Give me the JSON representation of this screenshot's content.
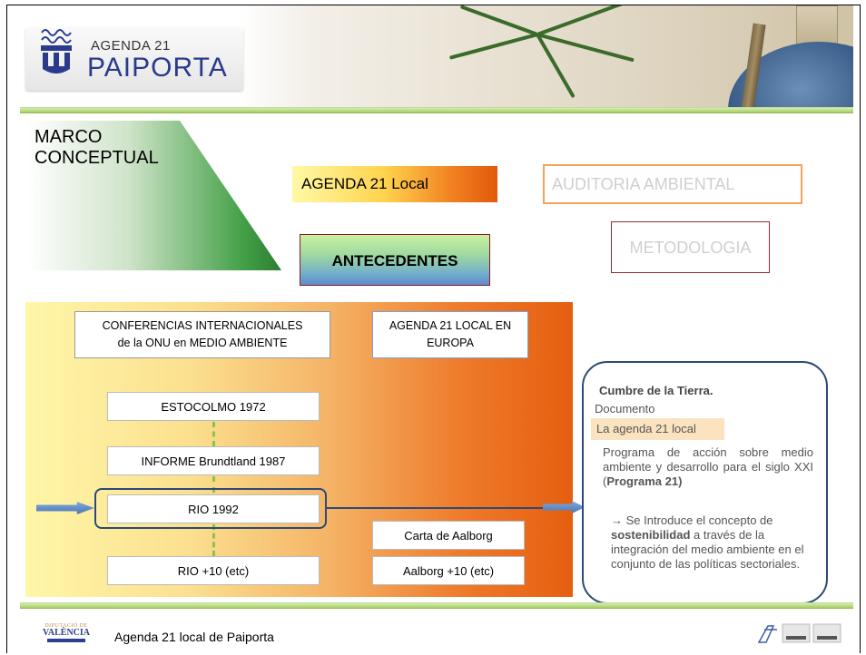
{
  "header": {
    "logo_small": "AGENDA 21",
    "logo_big": "PAIPORTA"
  },
  "section": {
    "title_line1": "MARCO",
    "title_line2": "CONCEPTUAL"
  },
  "nav": {
    "agenda_local": "AGENDA 21 Local",
    "auditoria": "AUDITORIA AMBIENTAL",
    "antecedentes": "ANTECEDENTES",
    "metodologia": "METODOLOGIA"
  },
  "timeline": {
    "conf_line1": "CONFERENCIAS  INTERNACIONALES",
    "conf_line2": "de la ONU en MEDIO AMBIENTE",
    "europa_line1": "AGENDA 21 LOCAL EN",
    "europa_line2": "EUROPA",
    "events": [
      "ESTOCOLMO  1972",
      "INFORME Brundtland 1987",
      "RIO 1992",
      "RIO +10 (etc)"
    ],
    "europe_events": [
      "Carta de Aalborg",
      "Aalborg +10 (etc)"
    ]
  },
  "detail": {
    "title": "Cumbre de la Tierra.",
    "doc_label": "Documento",
    "doc_name": "La agenda 21 local",
    "program_text": "Programa  de  acción  sobre medio  ambiente  y  desarrollo para el siglo XXI (",
    "program_bold": "Programa 21)",
    "intro_prefix": "→ Se Introduce el concepto de ",
    "intro_bold": "sostenibilidad",
    "intro_suffix": " a través de la integración del medio ambiente en el conjunto de las políticas sectoriales."
  },
  "footer": {
    "logo_line1": "DIPUTACIÓ DE",
    "logo_line2": "VALÈNCIA",
    "text": "Agenda 21 local  de Paiporta"
  },
  "colors": {
    "accent_green": "#a6cf63",
    "frame_blue": "#2c4a78",
    "orange": "#e65e10"
  }
}
